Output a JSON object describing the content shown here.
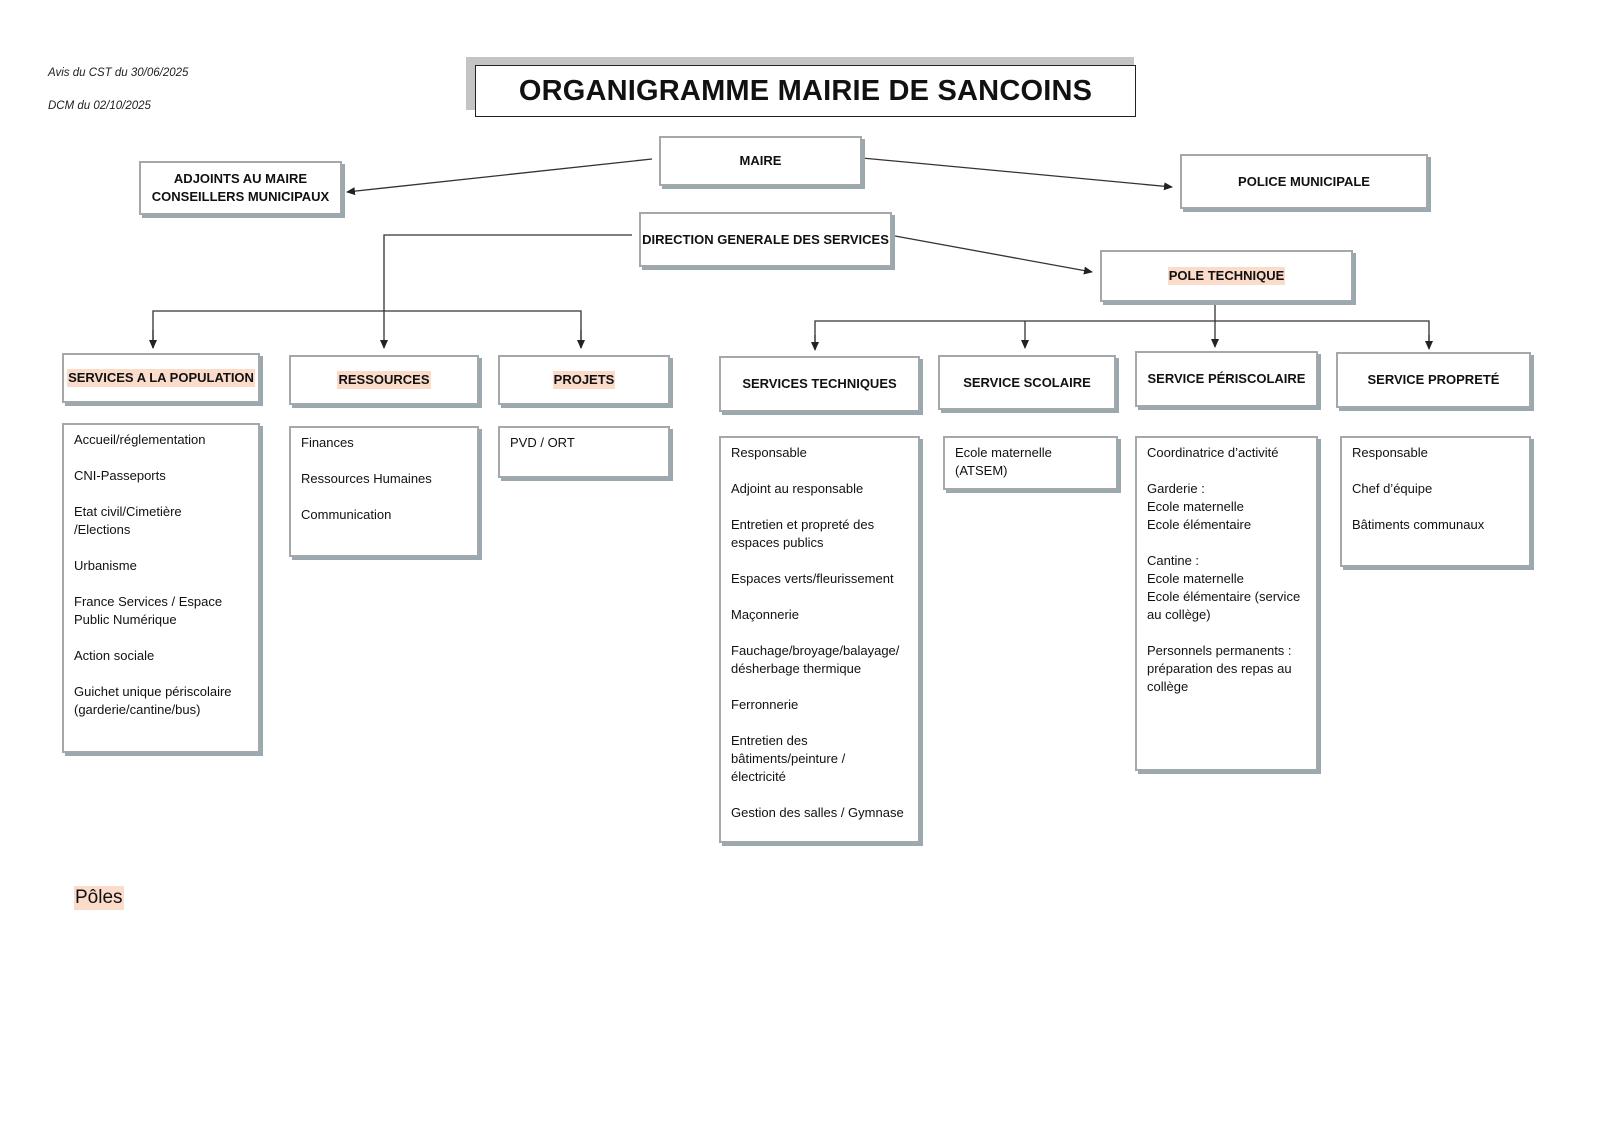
{
  "meta": {
    "line1": "Avis du CST du 30/06/2025",
    "line2": "DCM du 02/10/2025"
  },
  "title": "ORGANIGRAMME MAIRIE DE SANCOINS",
  "nodes": {
    "maire": "MAIRE",
    "adjoints_line1": "ADJOINTS AU MAIRE",
    "adjoints_line2": "CONSEILLERS MUNICIPAUX",
    "police": "POLICE MUNICIPALE",
    "dgs": "DIRECTION GENERALE DES SERVICES",
    "pole_technique": "POLE TECHNIQUE"
  },
  "poles": [
    {
      "label": "SERVICES A LA POPULATION",
      "highlighted": true,
      "items": [
        "Accueil/réglementation",
        "CNI-Passeports",
        "Etat civil/Cimetière /Elections",
        "Urbanisme",
        "France Services / Espace Public Numérique",
        "Action sociale",
        "Guichet unique périscolaire (garderie/cantine/bus)"
      ]
    },
    {
      "label": "RESSOURCES",
      "highlighted": true,
      "items": [
        "Finances",
        "Ressources Humaines",
        "Communication"
      ]
    },
    {
      "label": "PROJETS",
      "highlighted": true,
      "items": [
        "PVD / ORT"
      ]
    }
  ],
  "technical_services": [
    {
      "label": "SERVICES TECHNIQUES",
      "items": [
        "Responsable",
        "Adjoint au responsable",
        "Entretien et propreté des espaces publics",
        "Espaces verts/fleurissement",
        "Maçonnerie",
        "Fauchage/broyage/balayage/ désherbage thermique",
        "Ferronnerie",
        "Entretien des bâtiments/peinture / électricité",
        "Gestion des salles / Gymnase"
      ]
    },
    {
      "label": "SERVICE SCOLAIRE",
      "items": [
        "Ecole maternelle (ATSEM)"
      ]
    },
    {
      "label": "SERVICE PÉRISCOLAIRE",
      "items": [
        "Coordinatrice d’activité",
        "Garderie :\nEcole maternelle\nEcole élémentaire",
        "Cantine :\nEcole maternelle\nEcole élémentaire (service au collège)",
        "Personnels permanents : préparation des repas au collège"
      ]
    },
    {
      "label": "SERVICE PROPRETÉ",
      "items": [
        "Responsable",
        "Chef d’équipe",
        "Bâtiments communaux"
      ]
    }
  ],
  "legend": {
    "label": "Pôles",
    "color": "#fbdccb"
  },
  "colors": {
    "highlight": "#fbdccb",
    "box_border": "#a4a8ab",
    "box_shadow": "#9aa9b0",
    "connector": "#222222"
  }
}
